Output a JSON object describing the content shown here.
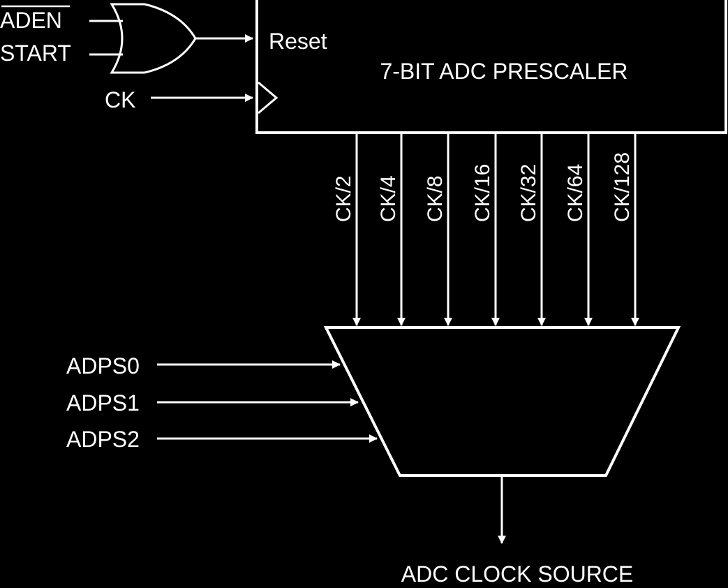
{
  "colors": {
    "background": "#000000",
    "stroke": "#ffffff",
    "fill": "#000000"
  },
  "or_gate": {
    "inputs": [
      "ADEN",
      "START"
    ],
    "overbar_input": "ADEN"
  },
  "clock_input": "CK",
  "prescaler": {
    "title": "7-BIT ADC PRESCALER",
    "reset_label": "Reset"
  },
  "prescaler_outputs": [
    "CK/2",
    "CK/4",
    "CK/8",
    "CK/16",
    "CK/32",
    "CK/64",
    "CK/128"
  ],
  "select_inputs": [
    "ADPS0",
    "ADPS1",
    "ADPS2"
  ],
  "output": "ADC CLOCK SOURCE"
}
